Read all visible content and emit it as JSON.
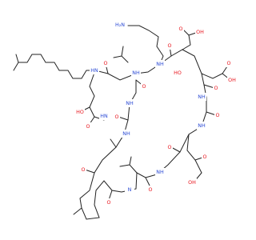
{
  "canvas_background": "#ffffff",
  "colors": {
    "bond": "#222222",
    "oxygen": "#e8141c",
    "nitrogen": "#2848d4",
    "hydrogen": "#6a6a6a"
  },
  "atom_labels": {
    "h2n": "H₂N",
    "nh": "NH",
    "hn": "HN",
    "n": "N",
    "h": "H",
    "o": "O",
    "oh": "OH",
    "ho": "HO"
  }
}
